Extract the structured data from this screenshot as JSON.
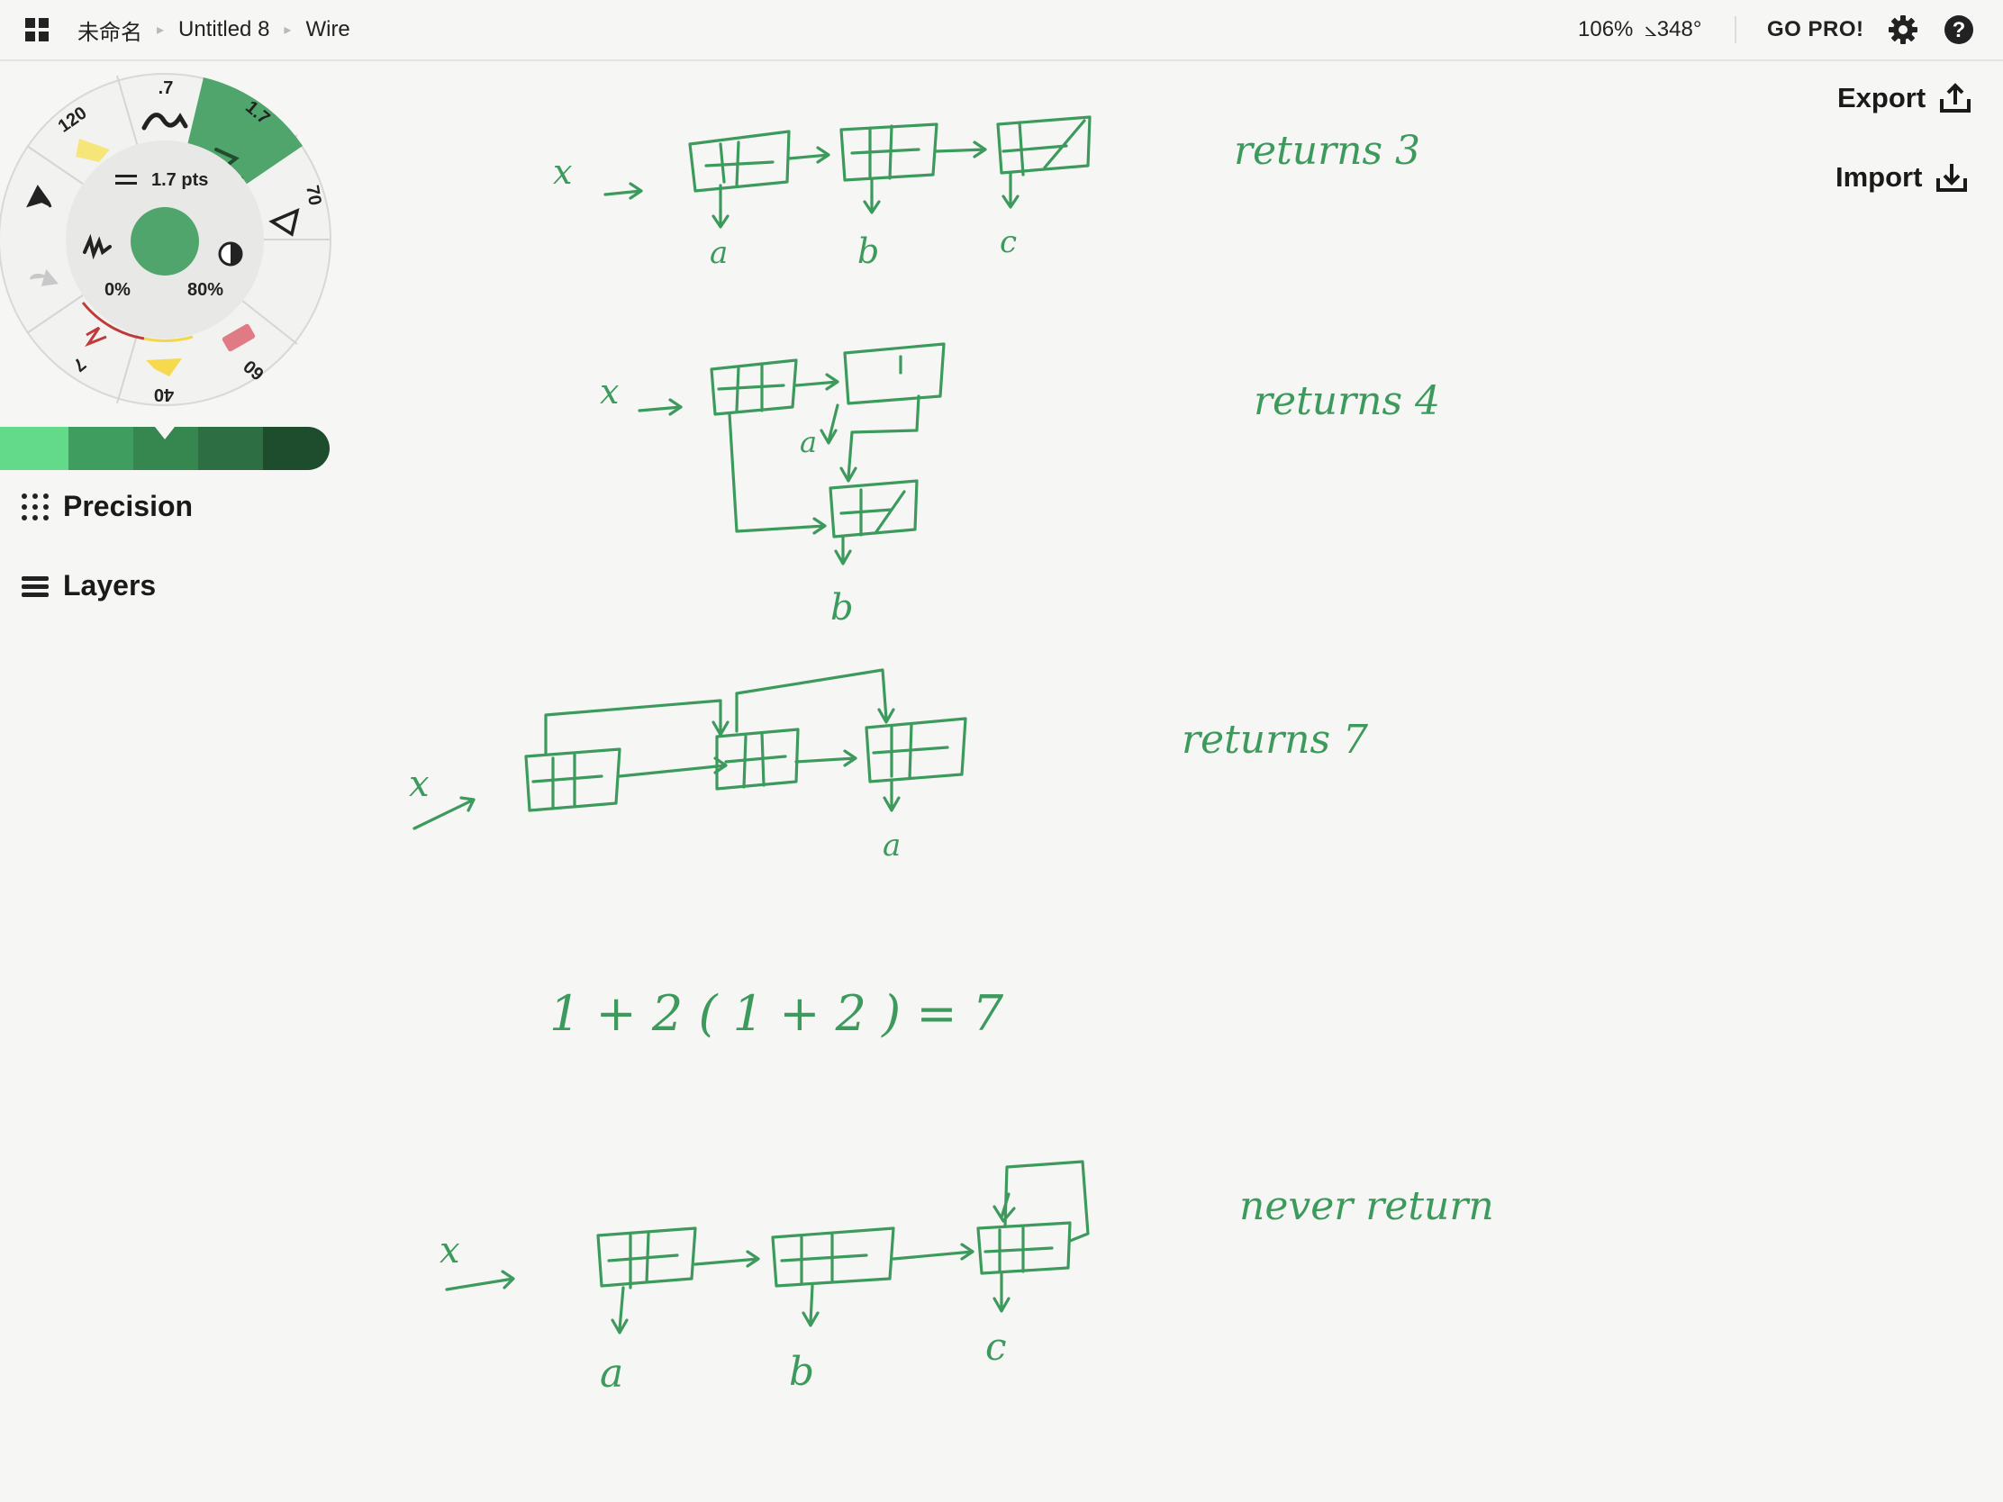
{
  "topbar": {
    "breadcrumb": [
      "未命名",
      "Untitled 8",
      "Wire"
    ],
    "zoom": "106%",
    "rotation": "⦣348°",
    "go_pro": "GO PRO!"
  },
  "actions": {
    "export_label": "Export",
    "import_label": "Import"
  },
  "sidebar": {
    "precision_label": "Precision",
    "layers_label": "Layers"
  },
  "tool_wheel": {
    "brush_size": "1.7 pts",
    "opacity_low": "0%",
    "opacity_high": "80%",
    "presets": [
      ".7",
      "1.7",
      "70",
      "60",
      "40",
      "7",
      "120"
    ]
  },
  "colors": {
    "ink": "#3c9a5c",
    "swatches": [
      "#63d98a",
      "#3f9e5f",
      "#35874f",
      "#2d6f42",
      "#1e4d2d"
    ]
  },
  "sketch": {
    "note1": "returns 3",
    "note2": "returns 4",
    "note3": "returns 7",
    "note4": "never return",
    "equation": "1 + 2 ( 1 + 2 ) = 7",
    "x_labels": [
      "x",
      "x",
      "x",
      "x"
    ],
    "group1_labels": [
      "a",
      "b",
      "c"
    ],
    "group2_labels": [
      "a",
      "b"
    ],
    "group3_labels": [
      "a"
    ],
    "group5_labels": [
      "a",
      "b",
      "c"
    ]
  }
}
